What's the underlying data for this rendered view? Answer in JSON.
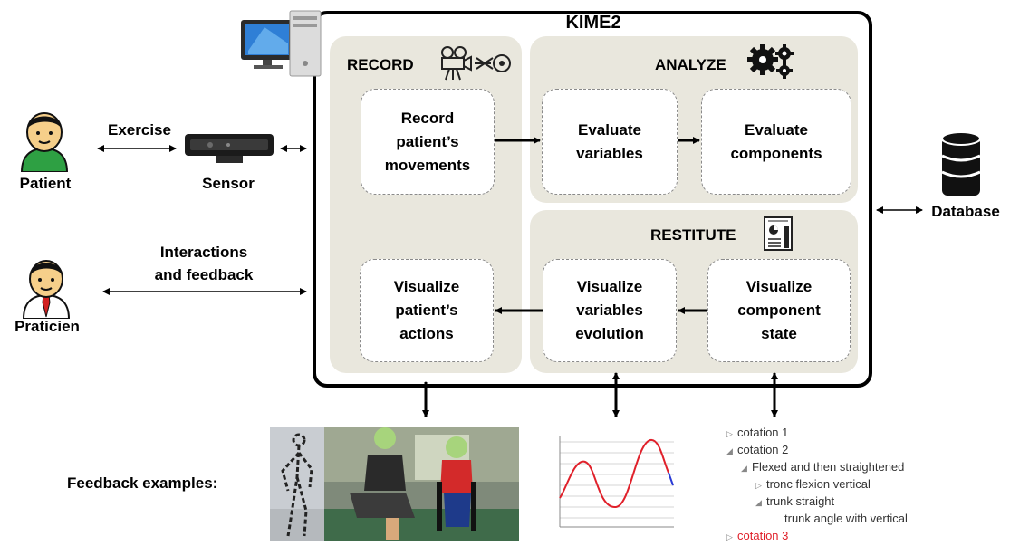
{
  "diagram": {
    "title": "KIME2",
    "panels": {
      "record": "RECORD",
      "analyze": "ANALYZE",
      "restitute": "RESTITUTE"
    },
    "boxes": {
      "record_movements": "Record\npatient’s\nmovements",
      "evaluate_variables": "Evaluate\nvariables",
      "evaluate_components": "Evaluate\ncomponents",
      "visualize_actions": "Visualize\npatient’s\nactions",
      "visualize_evolution": "Visualize\nvariables\nevolution",
      "visualize_state": "Visualize\ncomponent\nstate"
    },
    "actors": {
      "patient": "Patient",
      "sensor": "Sensor",
      "praticien": "Praticien",
      "database": "Database"
    },
    "edges": {
      "exercise": "Exercise",
      "interactions": "Interactions\nand feedback"
    },
    "feedback_label": "Feedback examples:",
    "tree": [
      {
        "text": "cotation 1",
        "level": 0,
        "marker": "closed",
        "color": "#333333"
      },
      {
        "text": "cotation 2",
        "level": 0,
        "marker": "open",
        "color": "#333333"
      },
      {
        "text": "Flexed and then straightened",
        "level": 1,
        "marker": "open",
        "color": "#333333"
      },
      {
        "text": "tronc flexion vertical",
        "level": 2,
        "marker": "closed",
        "color": "#333333"
      },
      {
        "text": "trunk straight",
        "level": 2,
        "marker": "open",
        "color": "#333333"
      },
      {
        "text": "trunk angle with vertical",
        "level": 3,
        "marker": "none",
        "color": "#333333"
      },
      {
        "text": "cotation 3",
        "level": 0,
        "marker": "closed",
        "color": "#e0202a"
      }
    ],
    "colors": {
      "panel": "#e9e7dd",
      "curve": "#e0202a",
      "curve_tail": "#2a3bd6",
      "patient_shirt": "#2ea043",
      "praticien_tie": "#d22020"
    }
  }
}
